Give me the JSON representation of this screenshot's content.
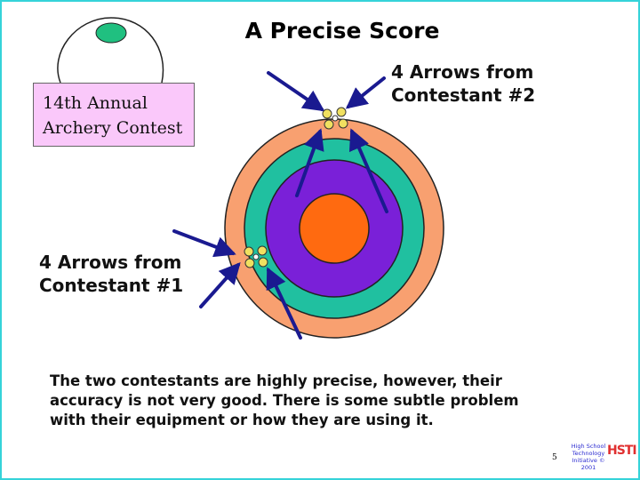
{
  "title": "A Precise Score",
  "sign": {
    "line1": "14th Annual",
    "line2": "Archery Contest"
  },
  "labels": {
    "contestant2": "4 Arrows from\nContestant #2",
    "contestant1": "4 Arrows from\nContestant #1"
  },
  "caption": "The two contestants are highly precise, however, their accuracy is not very good.  There is some subtle problem with their equipment or how they are using it.",
  "page_number": "5",
  "logo": {
    "text": "High School Technology Initiative © 2001",
    "mark": "HSTI"
  },
  "colors": {
    "frame": "#35d3d9",
    "ring_outer": "#f8a070",
    "ring_teal": "#20c0a0",
    "ring_purple": "#7a20d8",
    "bullseye": "#ff6a10",
    "sign_bg": "#fac8fa",
    "arrow": "#1a1a90",
    "fletching": "#f0e060"
  }
}
